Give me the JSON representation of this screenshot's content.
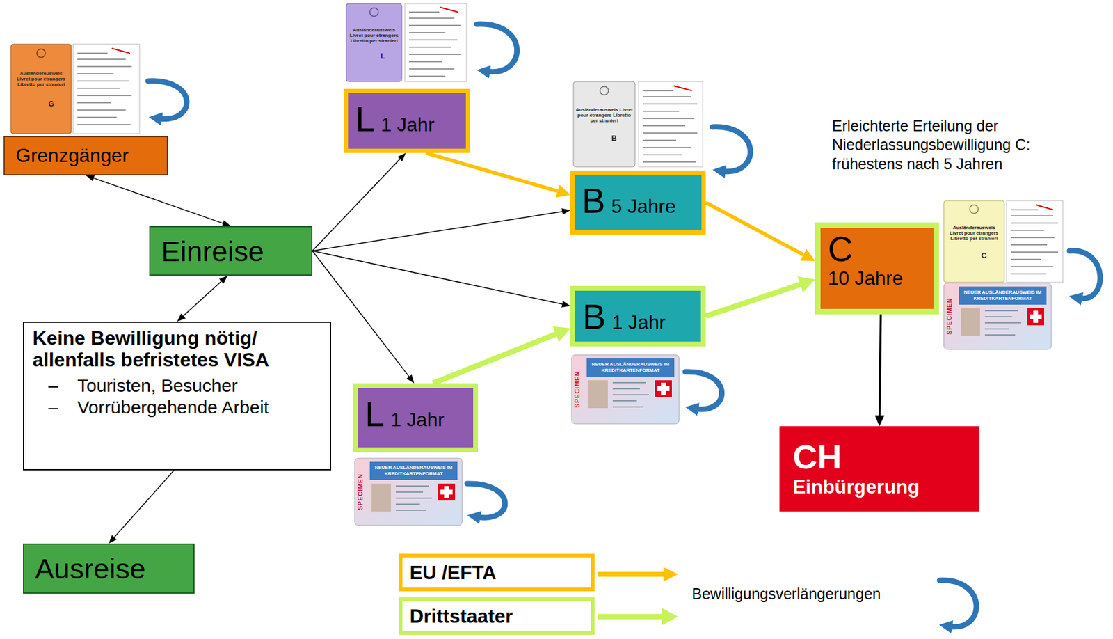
{
  "diagram": {
    "nodes": [
      {
        "text": [
          "Grenzgänger"
        ]
      },
      {
        "text": [
          "Einreise"
        ]
      },
      {
        "text": [
          "Keine Bewilligung nötig/ allenfalls befristetes VISA",
          "Touristen, Besucher",
          "Vorrübergehende Arbeit"
        ]
      },
      {
        "text": [
          "Ausreise"
        ]
      },
      {
        "text": [
          "L",
          "1 Jahr"
        ]
      },
      {
        "text": [
          "B",
          "5 Jahre"
        ]
      },
      {
        "text": [
          "B",
          "1 Jahr"
        ]
      },
      {
        "text": [
          "L",
          "1 Jahr"
        ]
      },
      {
        "text": [
          "C",
          "10 Jahre"
        ]
      },
      {
        "text": [
          "CH",
          "Einbürgerung"
        ]
      }
    ],
    "edges": [
      {
        "from": 0,
        "to": 1,
        "arrow": "both"
      },
      {
        "from": 1,
        "to": 2,
        "arrow": "both"
      },
      {
        "from": 2,
        "to": 3,
        "arrow": "to"
      },
      {
        "from": 1,
        "to": 4,
        "arrow": "to"
      },
      {
        "from": 1,
        "to": 5,
        "arrow": "to"
      },
      {
        "from": 1,
        "to": 6,
        "arrow": "to"
      },
      {
        "from": 1,
        "to": 7,
        "arrow": "to"
      },
      {
        "from": 4,
        "to": 5,
        "arrow": "to"
      },
      {
        "from": 5,
        "to": 8,
        "arrow": "to"
      },
      {
        "from": 7,
        "to": 6,
        "arrow": "to"
      },
      {
        "from": 6,
        "to": 8,
        "arrow": "to"
      },
      {
        "from": 8,
        "to": 9,
        "arrow": "to"
      }
    ],
    "labels": [
      "Erleichterte Erteilung der Niederlassungsbewilligung C: frühestens nach 5 Jahren",
      "Ausländerausweis Livret pour étrangers Libretto per stranieri",
      "G",
      "Ausländerausweis Livret pour étrangers Libretto per stranieri",
      "L",
      "Ausländerausweis Livret pour étrangers Libretto per stranieri",
      "B",
      "Ausländerausweis Livret pour étrangers Libretto per stranieri",
      "C",
      "NEUER AUSLÄNDERAUSWEIS IM KREDITKARTENFORMAT",
      "SPECIMEN",
      "NEUER AUSLÄNDERAUSWEIS IM KREDITKARTENFORMAT",
      "SPECIMEN",
      "NEUER AUSLÄNDERAUSWEIS IM KREDITKARTENFORMAT",
      "SPECIMEN"
    ],
    "legend": [
      {
        "text": "EU /EFTA",
        "color": "#FFC000"
      },
      {
        "text": "Drittstaater",
        "color": "#C6F25A"
      },
      {
        "text": "Bewilligungsverlängerungen"
      }
    ]
  }
}
